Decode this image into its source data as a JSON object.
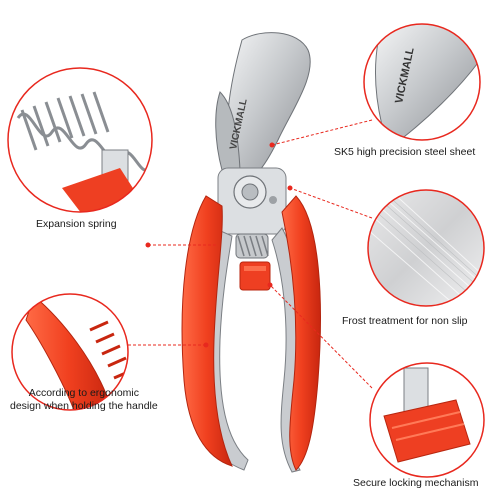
{
  "brand": "VICKMALL",
  "colors": {
    "accent": "#ee3524",
    "leader": "#e8281e",
    "steel": "#c9ccd0",
    "handle": "#f04a2a"
  },
  "callouts": {
    "spring": "Expansion spring",
    "steel": "SK5 high precision steel sheet",
    "frost": "Frost treatment for non slip",
    "ergonomic_line1": "According to ergonomic",
    "ergonomic_line2": "design when holding the handle",
    "lock": "Secure locking mechanism"
  }
}
